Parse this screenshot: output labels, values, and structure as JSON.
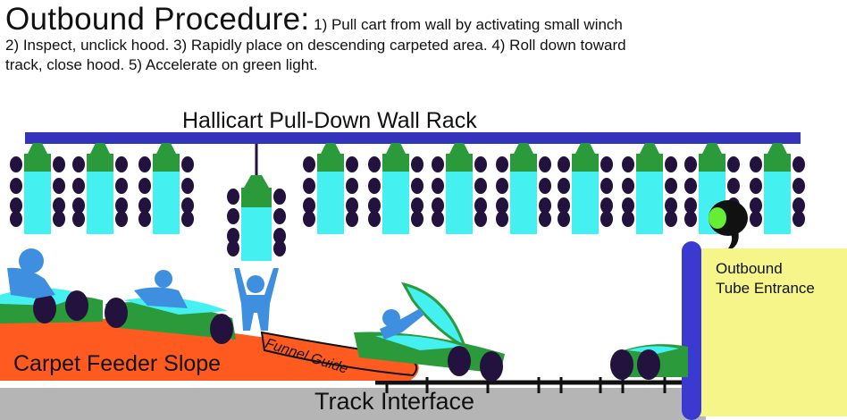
{
  "header": {
    "title": "Outbound Procedure:",
    "description_line1": "1) Pull cart from wall by activating small winch",
    "description_line2": "2) Inspect,  unclick hood. 3) Rapidly place on descending carpeted area.  4) Roll down toward",
    "description_line3": "track, close hood. 5) Accelerate on green light."
  },
  "labels": {
    "rack": "Hallicart Pull-Down Wall Rack",
    "tube_line1": "Outbound",
    "tube_line2": "Tube Entrance",
    "slope": "Carpet Feeder Slope",
    "funnel": "Funnel Guide",
    "track": "Track Interface"
  },
  "colors": {
    "rack_bar": "#3333bb",
    "cart_body": "#44f0f0",
    "cart_top": "#2a9a3a",
    "wheel": "#22123d",
    "slope": "#ff5a20",
    "track": "#b5b5b5",
    "tube_panel": "#f5f58a",
    "tube_post": "#3a3ad0",
    "person": "#3f8fe0",
    "signal_green": "#66ee33"
  }
}
